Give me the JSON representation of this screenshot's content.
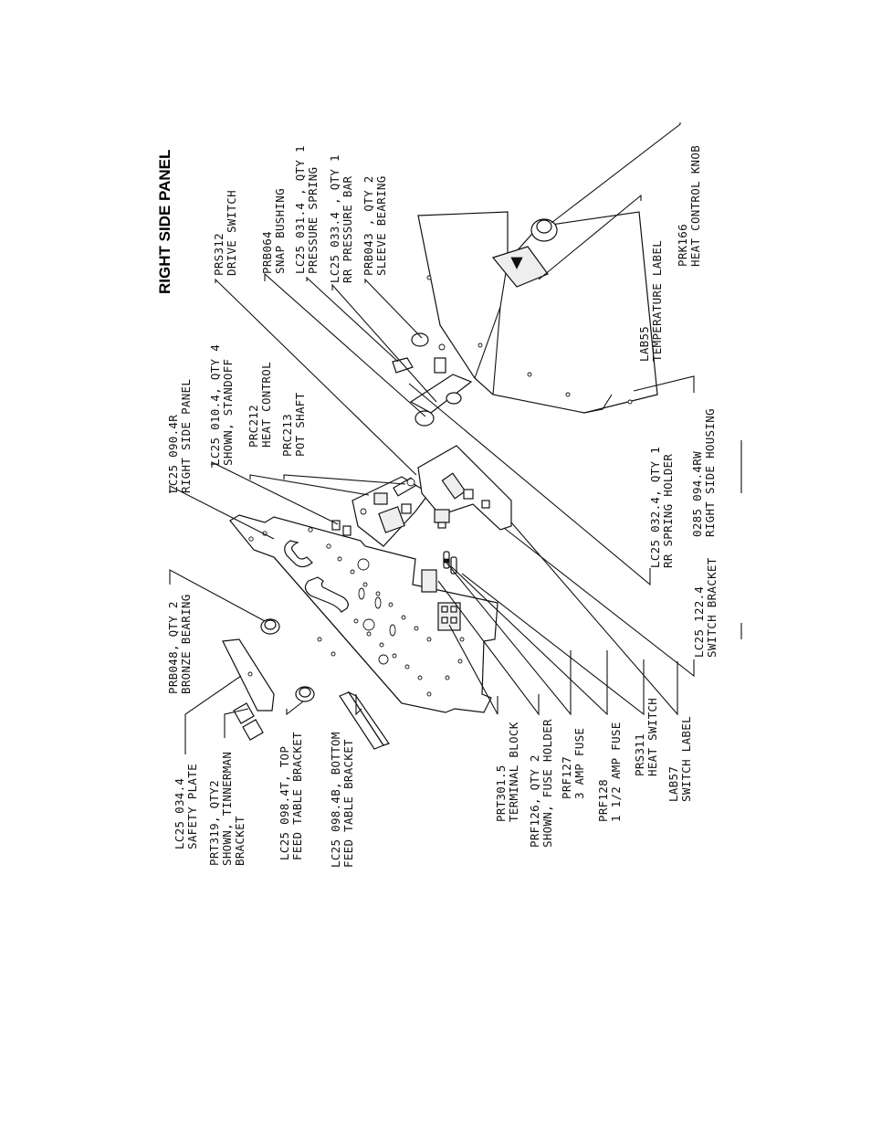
{
  "title": "RIGHT SIDE PANEL",
  "callouts": [
    {
      "id": "lab57",
      "lines": [
        "LAB57",
        "SWITCH LABEL"
      ]
    },
    {
      "id": "prs311",
      "lines": [
        "PRS311",
        "HEAT SWITCH"
      ]
    },
    {
      "id": "prf128",
      "lines": [
        "PRF128",
        "1 1/2 AMP FUSE"
      ]
    },
    {
      "id": "prf127",
      "lines": [
        "PRF127",
        "3 AMP FUSE"
      ]
    },
    {
      "id": "prf126",
      "lines": [
        "PRF126, QTY 2",
        "SHOWN, FUSE HOLDER"
      ]
    },
    {
      "id": "prt301",
      "lines": [
        "PRT301.5",
        "TERMINAL BLOCK"
      ]
    },
    {
      "id": "lc25_098b",
      "lines": [
        "LC25 098.4B, BOTTOM",
        "FEED TABLE BRACKET"
      ]
    },
    {
      "id": "lc25_098t",
      "lines": [
        "LC25 098.4T, TOP",
        "FEED TABLE BRACKET"
      ]
    },
    {
      "id": "prt319",
      "lines": [
        "PRT319, QTY2",
        "SHOWN, TINNERMAN",
        "BRACKET"
      ]
    },
    {
      "id": "lc25_034",
      "lines": [
        "LC25 034.4",
        "SAFETY PLATE"
      ]
    },
    {
      "id": "prb048",
      "lines": [
        "PRB048, QTY 2",
        "BRONZE BEARING"
      ]
    },
    {
      "id": "lc25_090",
      "lines": [
        "LC25 090.4R",
        "RIGHT SIDE PANEL"
      ]
    },
    {
      "id": "lc25_010",
      "lines": [
        "LC25 010.4, QTY 4",
        "SHOWN, STANDOFF"
      ]
    },
    {
      "id": "prc212",
      "lines": [
        "PRC212",
        "HEAT CONTROL"
      ]
    },
    {
      "id": "prc213",
      "lines": [
        "PRC213",
        "POT SHAFT"
      ]
    },
    {
      "id": "prs312",
      "lines": [
        "PRS312",
        "DRIVE SWITCH"
      ]
    },
    {
      "id": "prb064",
      "lines": [
        "PRB064",
        "SNAP BUSHING"
      ]
    },
    {
      "id": "lc25_031",
      "lines": [
        "LC25 031.4 , QTY 1",
        "PRESSURE SPRING"
      ]
    },
    {
      "id": "lc25_033",
      "lines": [
        "LC25 033.4 , QTY 1",
        "RR PRESSURE BAR"
      ]
    },
    {
      "id": "prb043",
      "lines": [
        "PRB043 , QTY 2",
        "SLEEVE BEARING"
      ]
    },
    {
      "id": "lc25_122",
      "lines": [
        "LC25 122.4",
        "SWITCH BRACKET"
      ]
    },
    {
      "id": "lc25_032",
      "lines": [
        "LC25 032.4, QTY 1",
        "RR SPRING HOLDER"
      ]
    },
    {
      "id": "o285",
      "lines": [
        "0285 094.4RW",
        "RIGHT SIDE HOUSING"
      ]
    },
    {
      "id": "lab55",
      "lines": [
        "LAB55",
        "TEMPERATURE LABEL"
      ]
    },
    {
      "id": "prk166",
      "lines": [
        "PRK166",
        "HEAT CONTROL KNOB"
      ]
    }
  ]
}
